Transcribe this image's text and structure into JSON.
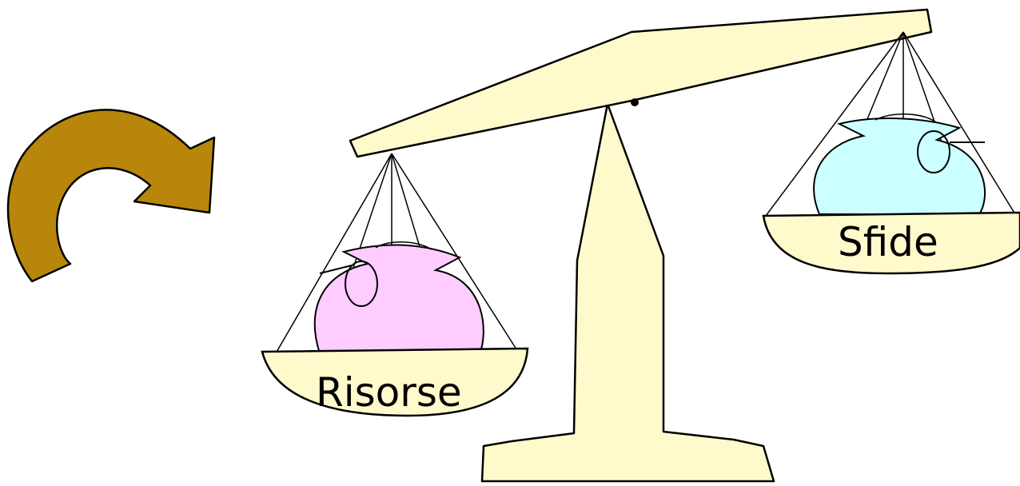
{
  "labels": {
    "left_pan": "Risorse",
    "right_pan": "Sfide"
  },
  "colors": {
    "arrow": "#B8860B",
    "scale": "#FFFACC",
    "left_sack": "#FFCCFF",
    "right_sack": "#CCFFFF",
    "outline": "#000000"
  },
  "icons": {
    "rotation": "curved-arrow-clockwise"
  }
}
